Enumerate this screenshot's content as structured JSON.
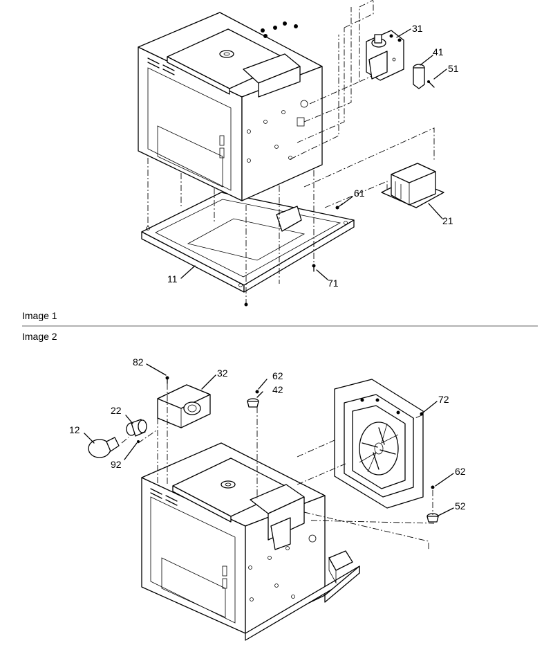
{
  "captions": {
    "image1": "Image 1",
    "image2": "Image 2"
  },
  "callouts": {
    "c11": "11",
    "c21": "21",
    "c31": "31",
    "c41": "41",
    "c51": "51",
    "c61": "61",
    "c71": "71",
    "c12": "12",
    "c22": "22",
    "c32": "32",
    "c42": "42",
    "c52": "52",
    "c62a": "62",
    "c62b": "62",
    "c72": "72",
    "c82": "82",
    "c92": "92"
  },
  "colors": {
    "line": "#000000",
    "background": "#ffffff",
    "separator": "#666666"
  }
}
